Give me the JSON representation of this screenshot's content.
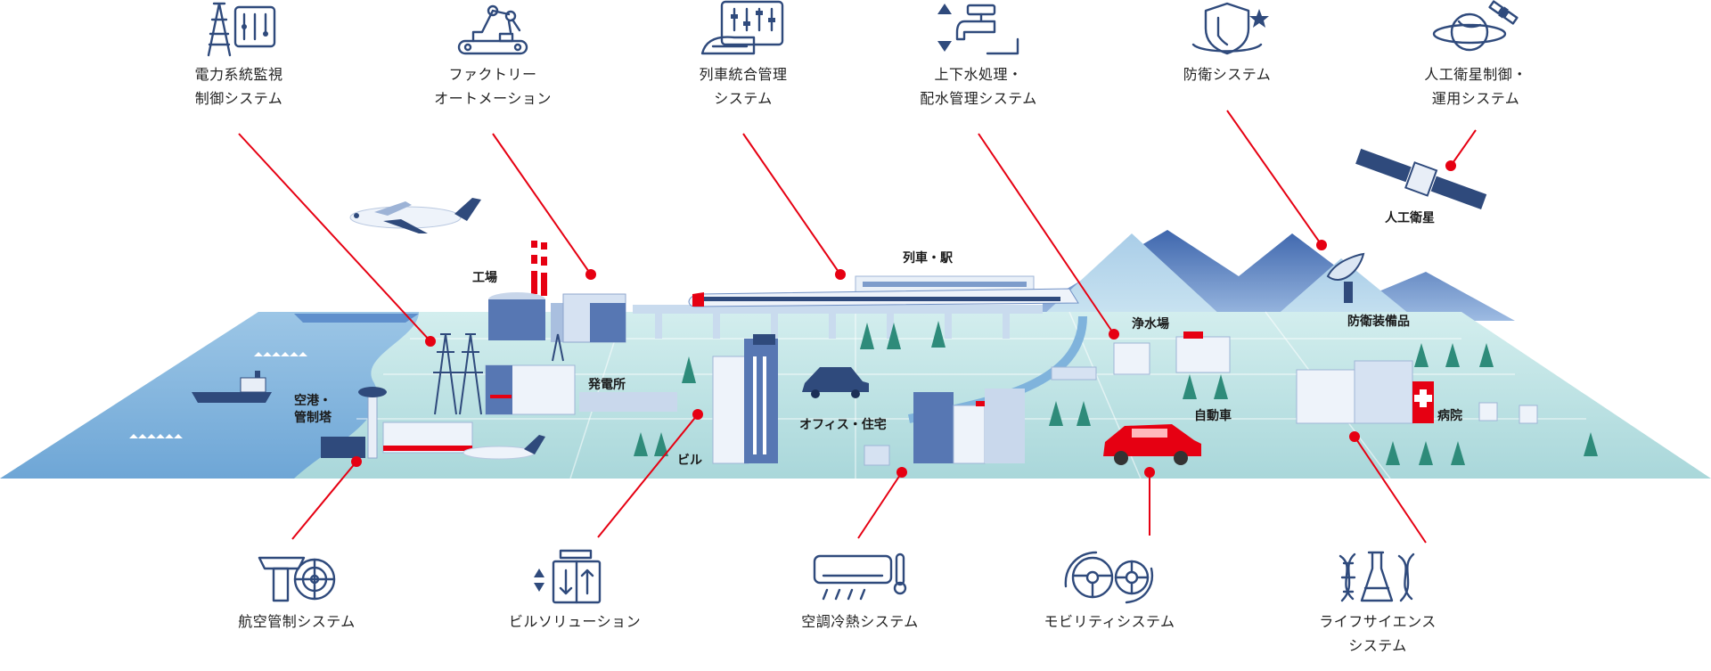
{
  "categories_top": [
    {
      "id": "power",
      "label": "電力系統監視\n制御システム",
      "icon": "power-tower-icon"
    },
    {
      "id": "factory",
      "label": "ファクトリー\nオートメーション",
      "icon": "robot-arm-icon"
    },
    {
      "id": "train",
      "label": "列車統合管理\nシステム",
      "icon": "train-control-icon"
    },
    {
      "id": "water",
      "label": "上下水処理・\n配水管理システム",
      "icon": "faucet-icon"
    },
    {
      "id": "defense",
      "label": "防衛システム",
      "icon": "shield-icon"
    },
    {
      "id": "satellite",
      "label": "人工衛星制御・\n運用システム",
      "icon": "planet-satellite-icon"
    }
  ],
  "categories_bottom": [
    {
      "id": "aviation",
      "label": "航空管制システム",
      "icon": "control-tower-radar-icon"
    },
    {
      "id": "building",
      "label": "ビルソリューション",
      "icon": "elevator-icon"
    },
    {
      "id": "hvac",
      "label": "空調冷熱システム",
      "icon": "air-conditioner-icon"
    },
    {
      "id": "mobility",
      "label": "モビリティシステム",
      "icon": "steering-wheel-icon"
    },
    {
      "id": "life",
      "label": "ライフサイエンス\nシステム",
      "icon": "dna-flask-icon"
    }
  ],
  "places": {
    "factory": "工場",
    "train_station": "列車・駅",
    "satellite": "人工衛星",
    "water_plant": "浄水場",
    "defense_equipment": "防衛装備品",
    "power_plant": "発電所",
    "airport": "空港・\n管制塔",
    "office_housing": "オフィス・住宅",
    "car": "自動車",
    "hospital": "病院",
    "building": "ビル"
  },
  "colors": {
    "connector": "#e60012",
    "icon_stroke": "#2f4a7c",
    "ground": "#bfe3e4",
    "sea": "#7fb3dc",
    "mountain": "#5a84c4"
  }
}
